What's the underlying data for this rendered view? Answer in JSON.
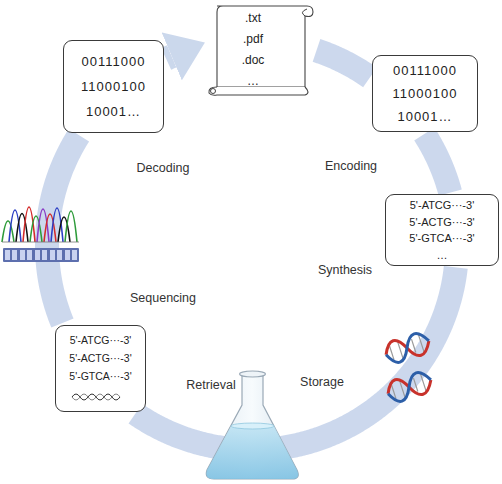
{
  "diagram": {
    "nodes": [
      {
        "text": [
          ".txt",
          ".pdf",
          ".doc",
          "…"
        ]
      },
      {
        "text": [
          "00111000",
          "11000100",
          "10001…"
        ]
      },
      {
        "text": [
          "5'-ATCG···-3'",
          "5'-ACTG···-3'",
          "5'-GTCA···-3'",
          "…"
        ]
      },
      {
        "text": [
          "5'-ATCG···-3'",
          "5'-ACTG···-3'",
          "5'-GTCA···-3'"
        ]
      },
      {
        "text": [
          "00111000",
          "11000100",
          "10001…"
        ]
      }
    ],
    "edges": [
      {
        "from": 0,
        "to": 1,
        "arrow": "none"
      },
      {
        "from": 1,
        "to": 2,
        "arrow": "none"
      },
      {
        "from": 2,
        "to": 3,
        "arrow": "none"
      },
      {
        "from": 3,
        "to": 4,
        "arrow": "none"
      },
      {
        "from": 4,
        "to": 0,
        "arrow": "to"
      }
    ],
    "labels": [
      "Encoding",
      "Synthesis",
      "Storage",
      "Retrieval",
      "Sequencing",
      "Decoding"
    ]
  }
}
